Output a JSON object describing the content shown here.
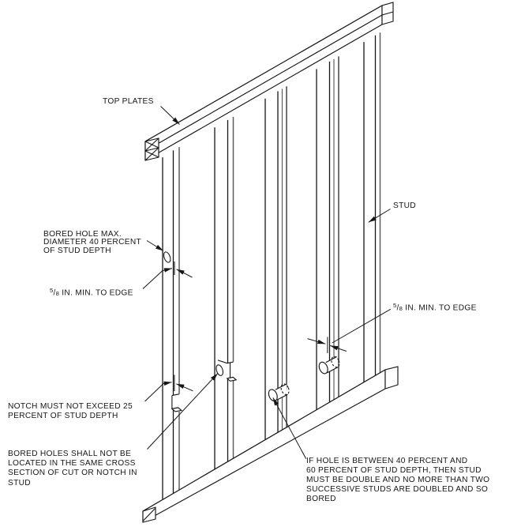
{
  "figure": {
    "description": "Isometric line drawing of a framed wall: double top plates, bottom plate, five studs with bored holes and notches",
    "background": "#ffffff",
    "line_color": "#161616",
    "secondary_line_color": "#5f5f5f"
  },
  "labels": {
    "top_plates": {
      "text": "TOP PLATES"
    },
    "stud": {
      "text": "STUD"
    },
    "bored_hole_max": {
      "lines": [
        "BORED HOLE MAX.",
        "DIAMETER 40 PERCENT",
        "OF STUD DEPTH"
      ]
    },
    "edge_min_left": {
      "numerator": "5",
      "slash": "/",
      "denominator": "8",
      "text": " IN. MIN. TO EDGE"
    },
    "edge_min_right": {
      "numerator": "5",
      "slash": "/",
      "denominator": "8",
      "text": " IN. MIN. TO EDGE"
    },
    "notch_limit": {
      "lines": [
        "NOTCH MUST NOT EXCEED 25",
        "PERCENT OF STUD DEPTH"
      ]
    },
    "bored_hole_location": {
      "lines": [
        "BORED HOLES SHALL NOT BE",
        "LOCATED IN THE SAME CROSS",
        "SECTION OF CUT OR NOTCH IN",
        "STUD"
      ]
    },
    "hole_40_60": {
      "lines": [
        "IF HOLE IS BETWEEN 40 PERCENT AND",
        "60 PERCENT OF STUD DEPTH, THEN STUD",
        "MUST BE DOUBLE AND NO MORE THAN TWO",
        "SUCCESSIVE STUDS ARE DOUBLED AND SO",
        "BORED"
      ]
    }
  }
}
